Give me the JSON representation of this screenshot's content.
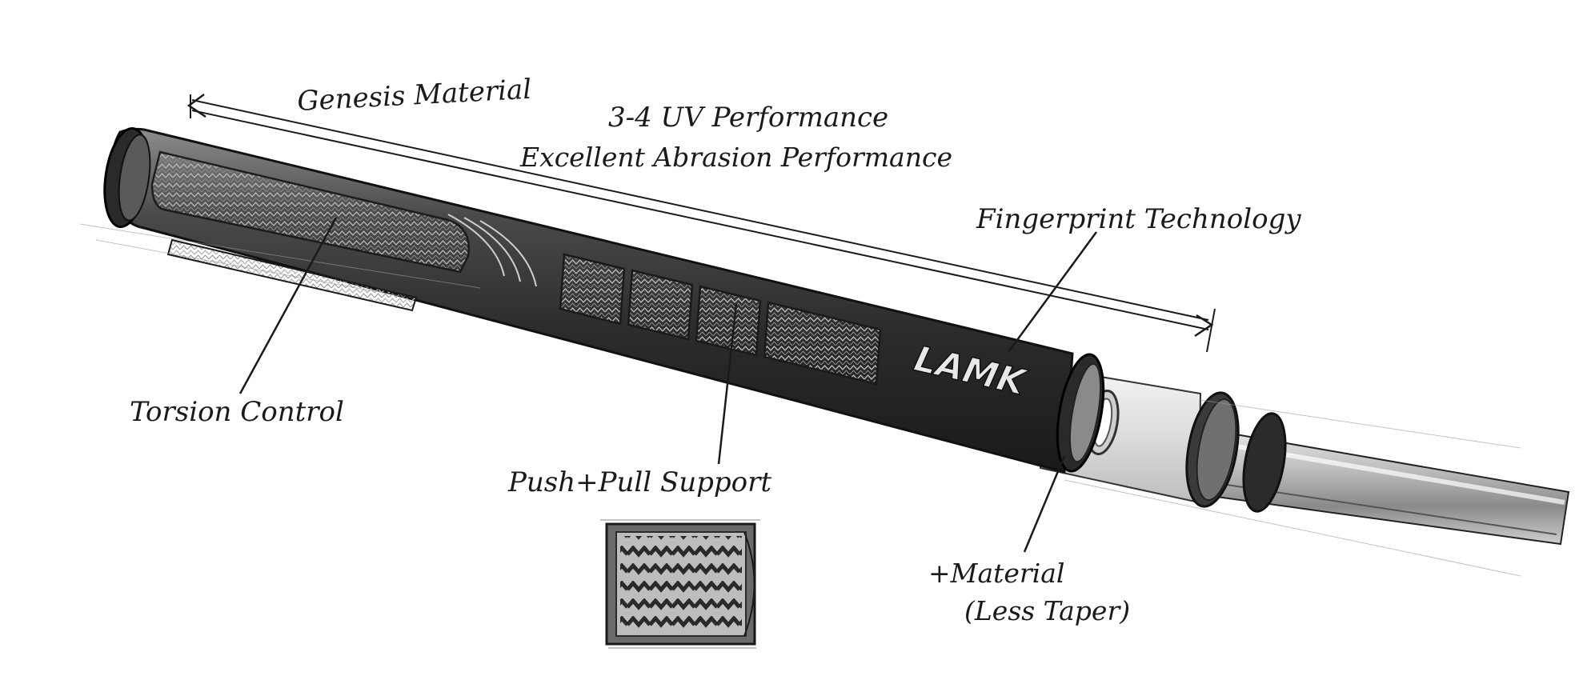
{
  "brand": {
    "name": "LAMK"
  },
  "labels": {
    "genesis_material": "Genesis Material",
    "uv_performance": "3-4 UV Performance",
    "abrasion_performance": "Excellent Abrasion Performance",
    "fingerprint_technology": "Fingerprint Technology",
    "torsion_control": "Torsion Control",
    "push_pull_support": "Push+Pull Support",
    "plus_material": "+Material",
    "less_taper": "(Less Taper)"
  },
  "colors": {
    "ink": "#1a1a1a",
    "grip_dark": "#2a2a2a",
    "grip_mid": "#555555",
    "grip_light": "#9a9a9a",
    "shaft_light": "#d8d8d8",
    "background": "#ffffff"
  },
  "icons": {
    "arrow": "double-line-arrow",
    "pattern": "zigzag-texture"
  }
}
